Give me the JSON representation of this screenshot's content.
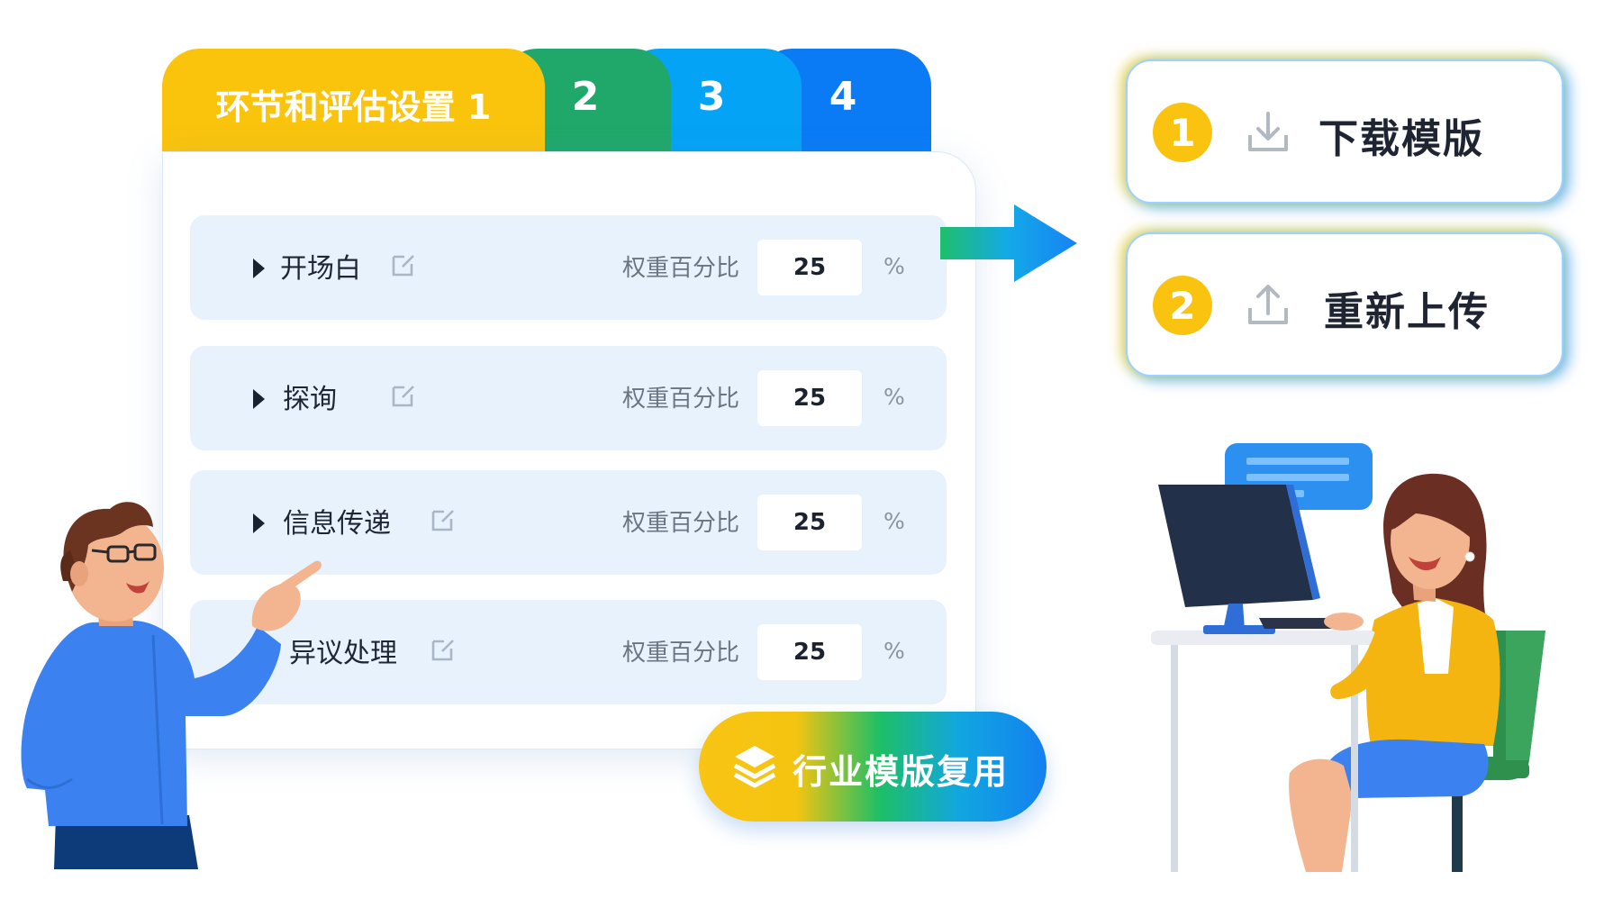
{
  "tabs": [
    {
      "label": "环节和评估设置 1",
      "color": "#fac40d"
    },
    {
      "label": "2",
      "color": "#20a86a"
    },
    {
      "label": "3",
      "color": "#05a3f5"
    },
    {
      "label": "4",
      "color": "#0a7bf5"
    }
  ],
  "rows": [
    {
      "name": "开场白",
      "weight_label": "权重百分比",
      "weight": "25",
      "unit": "%"
    },
    {
      "name": "探询",
      "weight_label": "权重百分比",
      "weight": "25",
      "unit": "%"
    },
    {
      "name": "信息传递",
      "weight_label": "权重百分比",
      "weight": "25",
      "unit": "%"
    },
    {
      "name": "异议处理",
      "weight_label": "权重百分比",
      "weight": "25",
      "unit": "%"
    }
  ],
  "reuse_button": {
    "label": "行业模版复用",
    "icon": "layers-icon"
  },
  "steps": [
    {
      "number": "1",
      "label": "下载模版",
      "icon": "download-icon"
    },
    {
      "number": "2",
      "label": "重新上传",
      "icon": "upload-icon"
    }
  ],
  "colors": {
    "yellow": "#fac40d",
    "green": "#20a86a",
    "sky": "#05a3f5",
    "blue": "#0a7bf5",
    "row_bg": "#e8f2fc"
  }
}
